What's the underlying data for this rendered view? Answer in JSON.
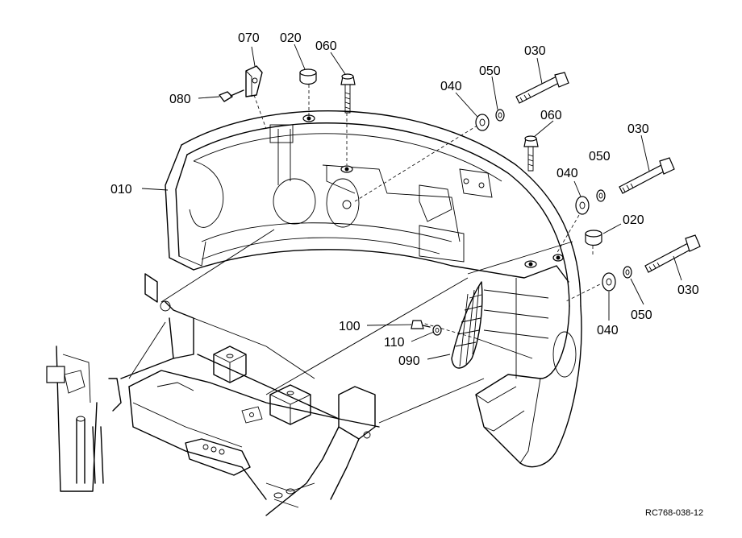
{
  "labels": {
    "p010": "010",
    "p020a": "020",
    "p020b": "020",
    "p030a": "030",
    "p030b": "030",
    "p030c": "030",
    "p040a": "040",
    "p040b": "040",
    "p040c": "040",
    "p050a": "050",
    "p050b": "050",
    "p050c": "050",
    "p060a": "060",
    "p060b": "060",
    "p070": "070",
    "p080": "080",
    "p090": "090",
    "p100": "100",
    "p110": "110"
  },
  "drawing_code": "RC768-038-12"
}
